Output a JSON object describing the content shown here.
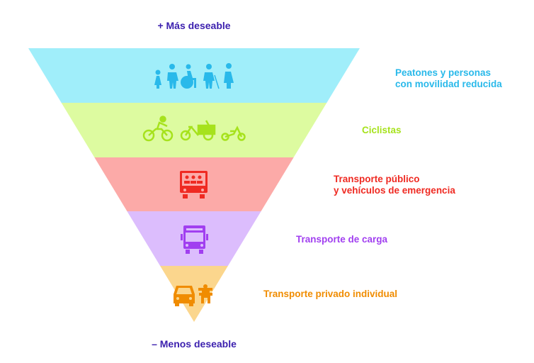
{
  "top_label": "+ Más deseable",
  "bottom_label": "– Menos deseable",
  "levels": [
    {
      "line1": "Peatones y personas",
      "line2": "con movilidad reducida",
      "band_color": "#a0eefa",
      "icon_color": "#29b9ea",
      "icons": [
        "child-icon",
        "pedestrian-icon",
        "wheelchair-icon",
        "elderly-cane-icon",
        "pregnant-woman-icon"
      ]
    },
    {
      "line1": "Ciclistas",
      "line2": "",
      "band_color": "#ddfba0",
      "icon_color": "#a6e21c",
      "icons": [
        "cyclist-icon",
        "cargo-bike-icon",
        "balance-bike-icon"
      ]
    },
    {
      "line1": "Transporte público",
      "line2": "y vehículos de emergencia",
      "band_color": "#fcaaa8",
      "icon_color": "#ef2a22",
      "icons": [
        "bus-icon"
      ]
    },
    {
      "line1": "Transporte de carga",
      "line2": "",
      "band_color": "#dcbdfd",
      "icon_color": "#a13ff0",
      "icons": [
        "truck-icon"
      ]
    },
    {
      "line1": "Transporte privado individual",
      "line2": "",
      "band_color": "#fbd68d",
      "icon_color": "#f08c00",
      "icons": [
        "car-icon",
        "motorcycle-icon"
      ]
    }
  ]
}
